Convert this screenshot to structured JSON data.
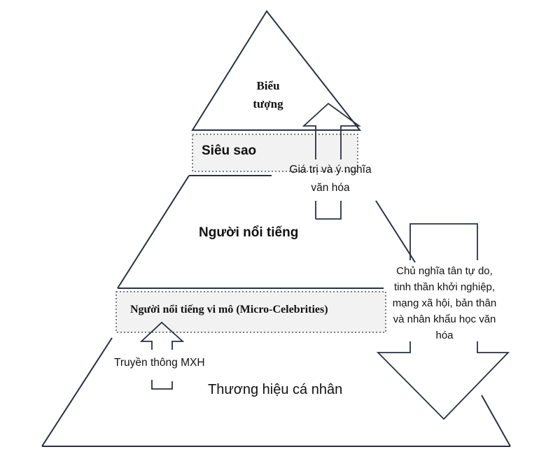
{
  "pyramid": {
    "apex_label": "Biểu tượng",
    "superstar_label": "Siêu sao",
    "celebrity_label": "Người nổi tiếng",
    "micro_label": "Người nổi tiếng vi mô (Micro-Celebrities)",
    "base_label": "Thương hiệu cá nhân"
  },
  "arrows": {
    "culture_label": "Giá trị và ý nghĩa văn hóa",
    "media_label": "Truyền thông MXH",
    "down_label": "Chủ nghĩa tân tự do, tinh thần khởi nghiệp, mạng xã hội, bản thân và nhân khẩu học văn hóa"
  },
  "colors": {
    "stroke": "#2a3140",
    "band_border": "#555555",
    "band_fill": "#f2f2f2"
  }
}
